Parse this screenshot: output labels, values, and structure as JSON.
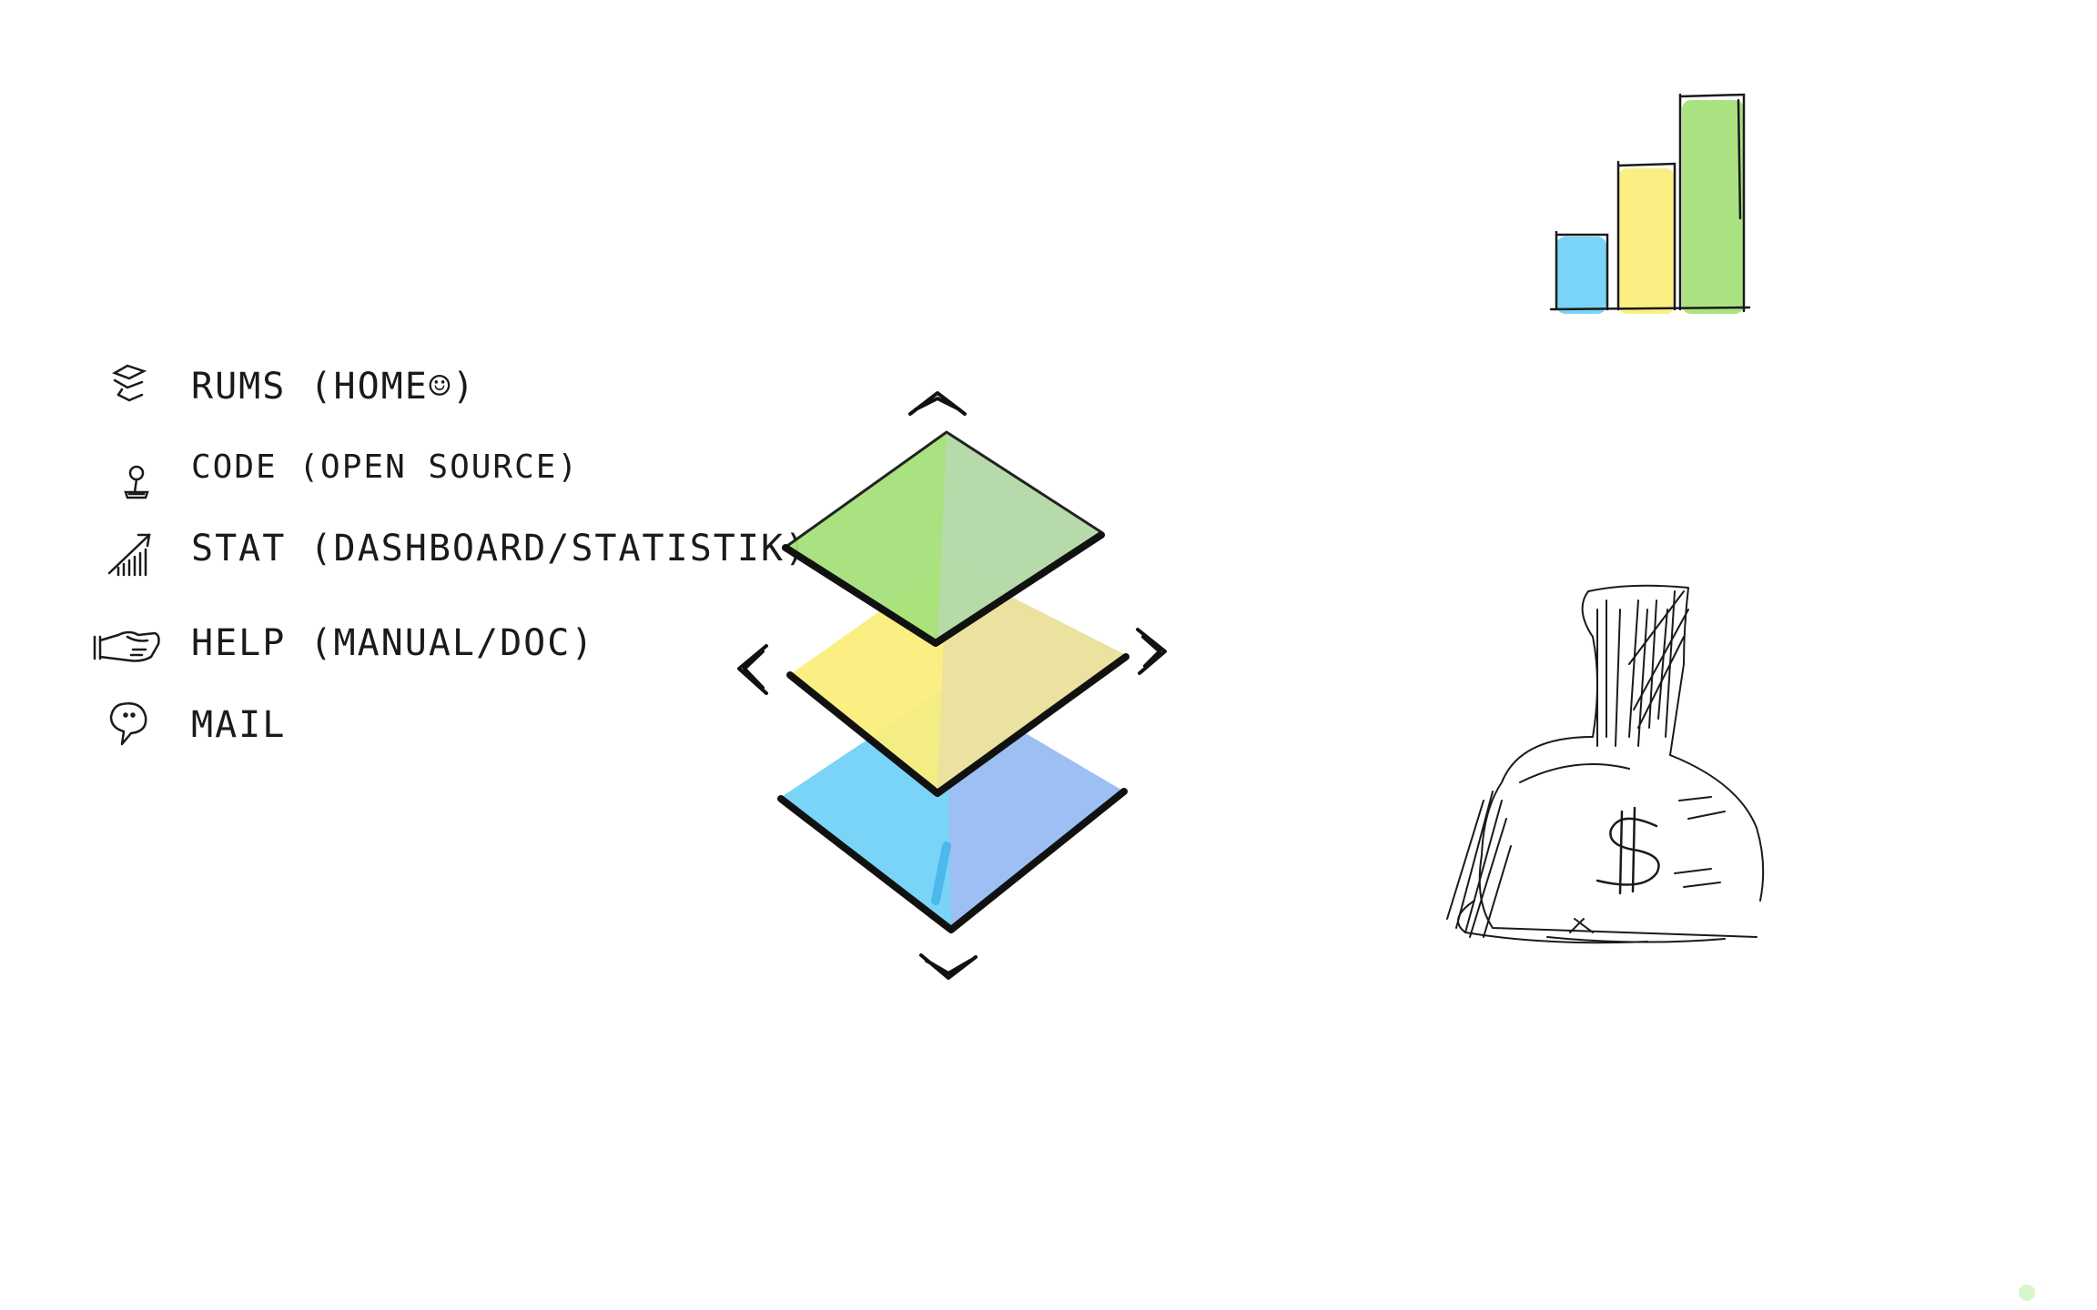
{
  "menu": {
    "items": [
      {
        "label": "RUMS (HOME☺)",
        "icon": "stacked-layers-icon"
      },
      {
        "label": "CODE (OPEN SOURCE)",
        "icon": "joystick-icon"
      },
      {
        "label": "STAT (DASHBOARD/STATISTIK)",
        "icon": "growth-chart-icon"
      },
      {
        "label": "HELP (MANUAL/DOC)",
        "icon": "helping-hand-icon"
      },
      {
        "label": "MAIL",
        "icon": "chat-bubble-icon"
      }
    ]
  },
  "center": {
    "icon": "layer-stack-icon",
    "layers": [
      "green",
      "yellow",
      "blue"
    ],
    "arrows": [
      "up",
      "down",
      "left",
      "right"
    ]
  },
  "decor": {
    "chart_icon": "bar-chart-icon",
    "money_icon": "money-bag-icon",
    "money_symbol": "$"
  },
  "colors": {
    "green": "#a5e07a",
    "yellow": "#fbee7c",
    "blue": "#6ccff6",
    "periwinkle": "#aab8f2",
    "ink": "#1a1a1a"
  }
}
